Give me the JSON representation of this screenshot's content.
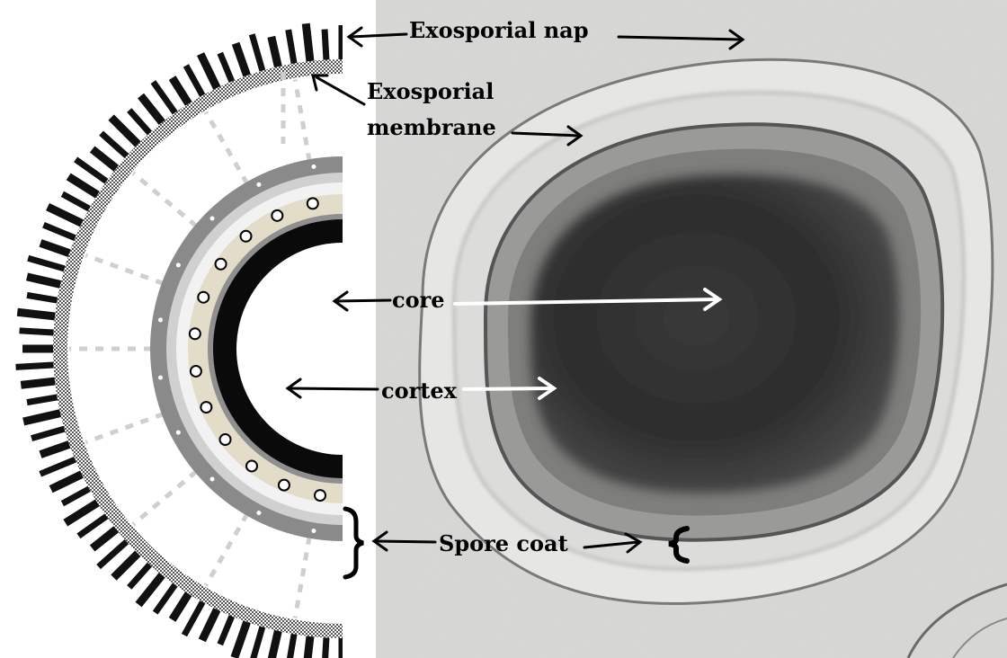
{
  "labels": {
    "exosporial_nap": "Exosporial nap",
    "exosporial_membrane_line1": "Exosporial",
    "exosporial_membrane_line2": "membrane",
    "core": "core",
    "cortex": "cortex",
    "spore_coat": "Spore coat"
  },
  "colors": {
    "nap_bars": "#111111",
    "membrane_checker": "#7a7a7a",
    "coat_outer": "#8a8a8a",
    "coat_light": "#d0d0d0",
    "cortex_layer": "#e3dcc8",
    "core_ring": "#0a0a0a",
    "micrograph_bg": "#d9d9d7",
    "spore_core": "#2f2f2f",
    "arrow_black": "#000000",
    "arrow_white": "#ffffff"
  },
  "panels": [
    "schematic-illustration",
    "electron-micrograph"
  ]
}
